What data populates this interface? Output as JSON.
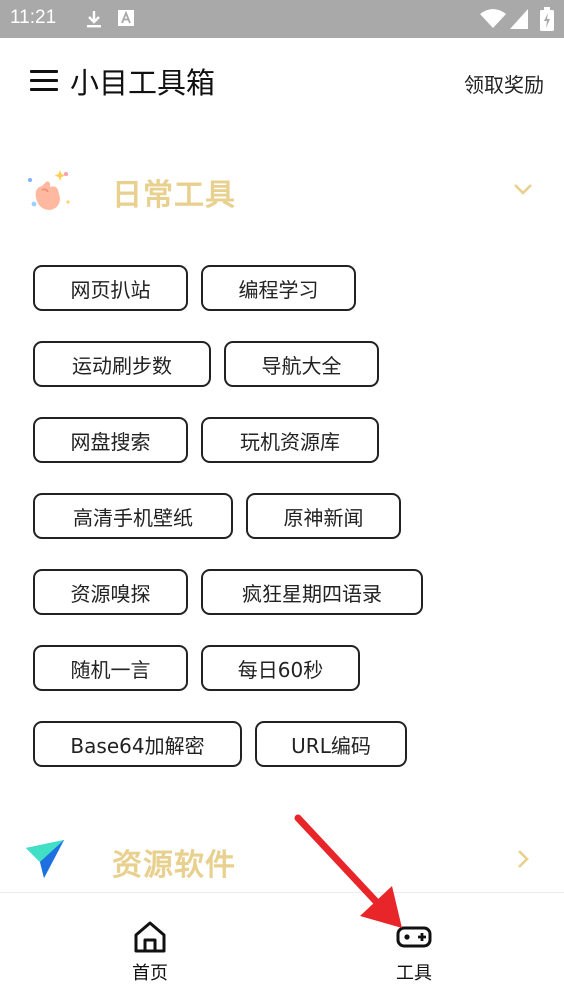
{
  "status_bar": {
    "time": "11:21",
    "icons": [
      "download-icon",
      "a-badge-icon",
      "wifi-icon",
      "signal-icon",
      "battery-icon"
    ]
  },
  "app_bar": {
    "title": "小目工具箱",
    "reward_label": "领取奖励",
    "menu_icon": "hamburger-menu-icon"
  },
  "sections": [
    {
      "title": "日常工具",
      "icon": "hand-sparkle-icon",
      "expanded": true,
      "chevron": "chevron-down-icon",
      "tools": [
        [
          "网页扒站",
          "编程学习"
        ],
        [
          "运动刷步数",
          "导航大全"
        ],
        [
          "网盘搜索",
          "玩机资源库"
        ],
        [
          "高清手机壁纸",
          "原神新闻"
        ],
        [
          "资源嗅探",
          "疯狂星期四语录"
        ],
        [
          "随机一言",
          "每日60秒"
        ],
        [
          "Base64加解密",
          "URL编码"
        ]
      ]
    },
    {
      "title": "资源软件",
      "icon": "paper-plane-icon",
      "expanded": false,
      "chevron": "chevron-right-icon"
    }
  ],
  "bottom_nav": [
    {
      "label": "首页",
      "icon": "home-icon",
      "active": false
    },
    {
      "label": "工具",
      "icon": "gamepad-icon",
      "active": true
    }
  ],
  "colors": {
    "status_bar": "#a9a9a9",
    "section_title": "#e8d08e",
    "chip_border": "#222222",
    "annotation_arrow": "#e8262a"
  }
}
